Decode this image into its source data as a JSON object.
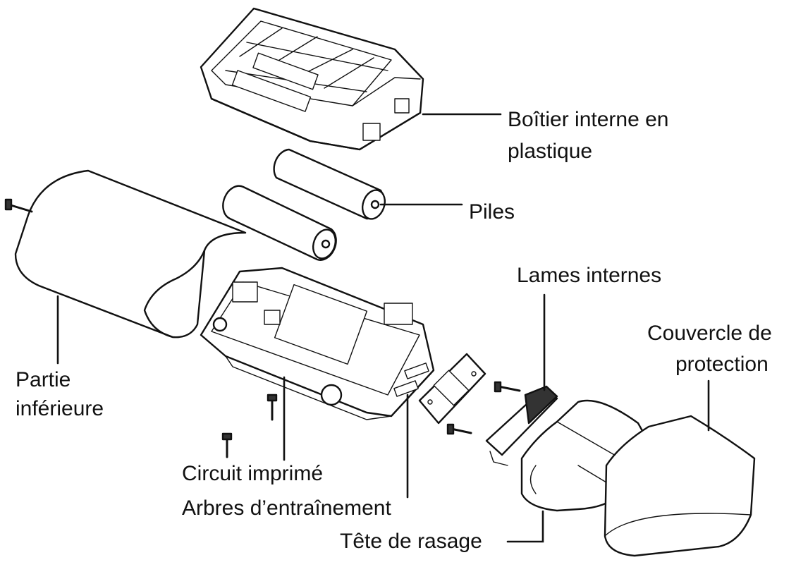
{
  "labels": {
    "boitier_line1": "Boîtier interne en",
    "boitier_line2": "plastique",
    "piles": "Piles",
    "lames": "Lames internes",
    "couvercle_line1": "Couvercle de",
    "couvercle_line2": "protection",
    "partie_line1": "Partie",
    "partie_line2": "inférieure",
    "circuit": "Circuit imprimé",
    "arbres": "Arbres d’entraînement",
    "tete": "Tête de rasage"
  }
}
